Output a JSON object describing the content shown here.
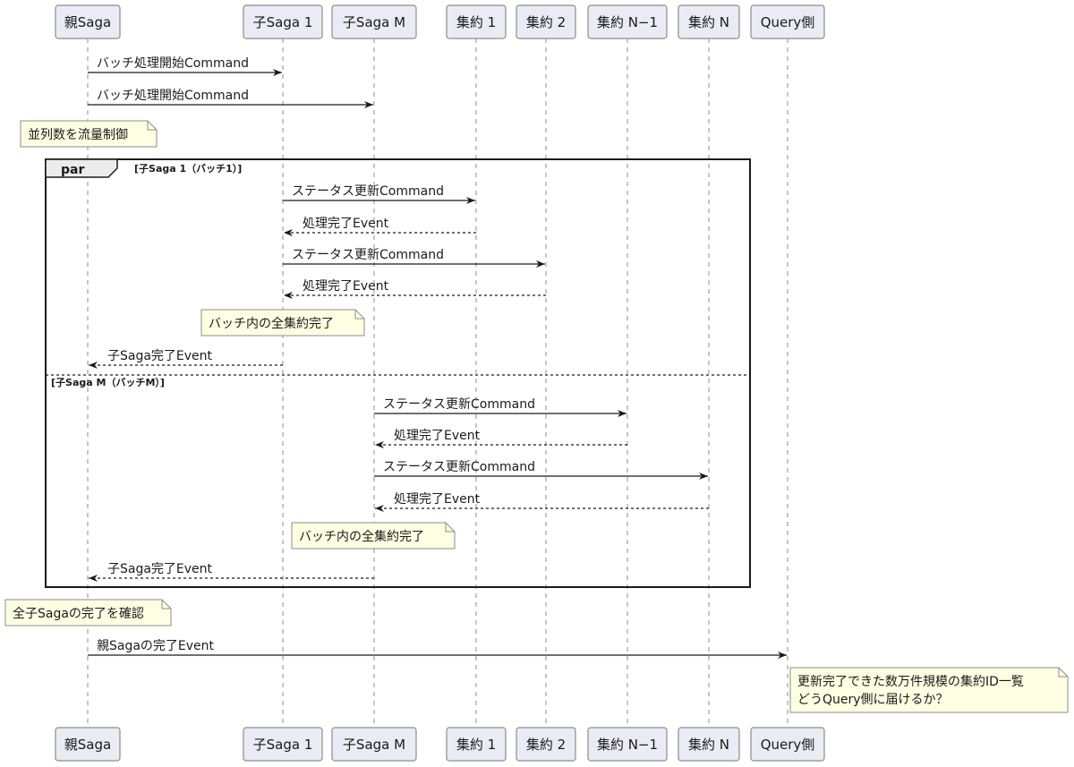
{
  "participants": [
    {
      "id": "parent",
      "label": "親Saga"
    },
    {
      "id": "child1",
      "label": "子Saga 1"
    },
    {
      "id": "childM",
      "label": "子Saga M"
    },
    {
      "id": "agg1",
      "label": "集約 1"
    },
    {
      "id": "agg2",
      "label": "集約 2"
    },
    {
      "id": "aggN1",
      "label": "集約 N−1"
    },
    {
      "id": "aggN",
      "label": "集約 N"
    },
    {
      "id": "query",
      "label": "Query側"
    }
  ],
  "messages": [
    {
      "from": "parent",
      "to": "child1",
      "label": "バッチ処理開始Command",
      "style": "solid"
    },
    {
      "from": "parent",
      "to": "childM",
      "label": "バッチ処理開始Command",
      "style": "solid"
    },
    {
      "from": "child1",
      "to": "agg1",
      "label": "ステータス更新Command",
      "style": "solid"
    },
    {
      "from": "agg1",
      "to": "child1",
      "label": "処理完了Event",
      "style": "dashed"
    },
    {
      "from": "child1",
      "to": "agg2",
      "label": "ステータス更新Command",
      "style": "solid"
    },
    {
      "from": "agg2",
      "to": "child1",
      "label": "処理完了Event",
      "style": "dashed"
    },
    {
      "from": "child1",
      "to": "parent",
      "label": "子Saga完了Event",
      "style": "dashed"
    },
    {
      "from": "childM",
      "to": "aggN1",
      "label": "ステータス更新Command",
      "style": "solid"
    },
    {
      "from": "aggN1",
      "to": "childM",
      "label": "処理完了Event",
      "style": "dashed"
    },
    {
      "from": "childM",
      "to": "aggN",
      "label": "ステータス更新Command",
      "style": "solid"
    },
    {
      "from": "aggN",
      "to": "childM",
      "label": "処理完了Event",
      "style": "dashed"
    },
    {
      "from": "childM",
      "to": "parent",
      "label": "子Saga完了Event",
      "style": "dashed"
    },
    {
      "from": "parent",
      "to": "query",
      "label": "親Sagaの完了Event",
      "style": "solid"
    }
  ],
  "notes": [
    {
      "lines": [
        "並列数を流量制御"
      ]
    },
    {
      "lines": [
        "バッチ内の全集約完了"
      ]
    },
    {
      "lines": [
        "バッチ内の全集約完了"
      ]
    },
    {
      "lines": [
        "全子Sagaの完了を確認"
      ]
    },
    {
      "lines": [
        "更新完了できた数万件規模の集約ID一覧",
        "どうQuery側に届けるか？"
      ]
    }
  ],
  "fragment": {
    "keyword": "par",
    "guards": [
      "[子Saga 1（バッチ1）]",
      "[子Saga M（バッチM）]"
    ]
  },
  "colors": {
    "participant_fill": "#ebebf5",
    "participant_border": "#8c8c8c",
    "note_fill": "#fefee3",
    "note_border": "#8c8c8c",
    "line": "#1a1a1a",
    "lifeline": "#8c8c8c"
  }
}
